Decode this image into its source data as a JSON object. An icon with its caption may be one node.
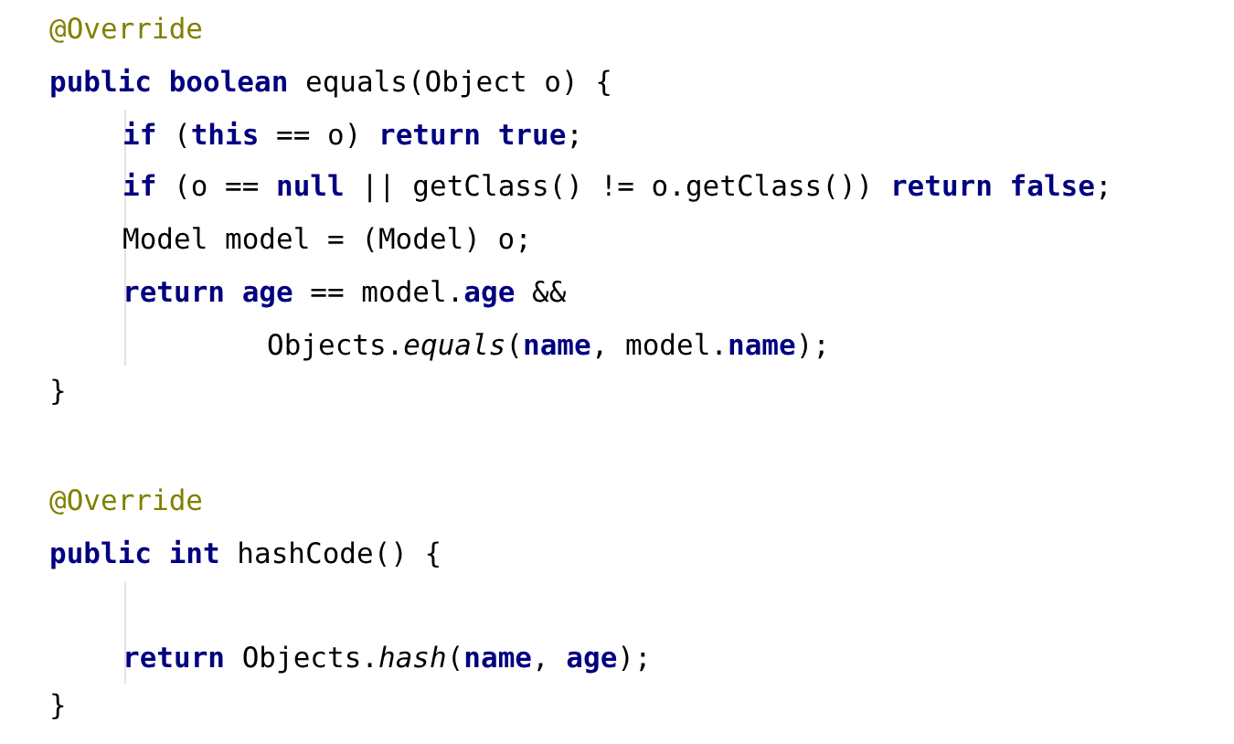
{
  "diagram": {
    "labels": [
      "@Override",
      "**public boolean** equals(Object o) {",
      "**if** (**this** == o) **return true**;",
      "**if** (o == **null** || getClass() != o.getClass()) **return false**;",
      "Model model = (Model) o;",
      "**return age** == model.**age** &&",
      "Objects.*equals*(**name**, model.**name**);",
      "}",
      "@Override",
      "**public int** hashCode() {",
      "**return** Objects.*hash*(**name**, **age**);",
      "}"
    ]
  }
}
